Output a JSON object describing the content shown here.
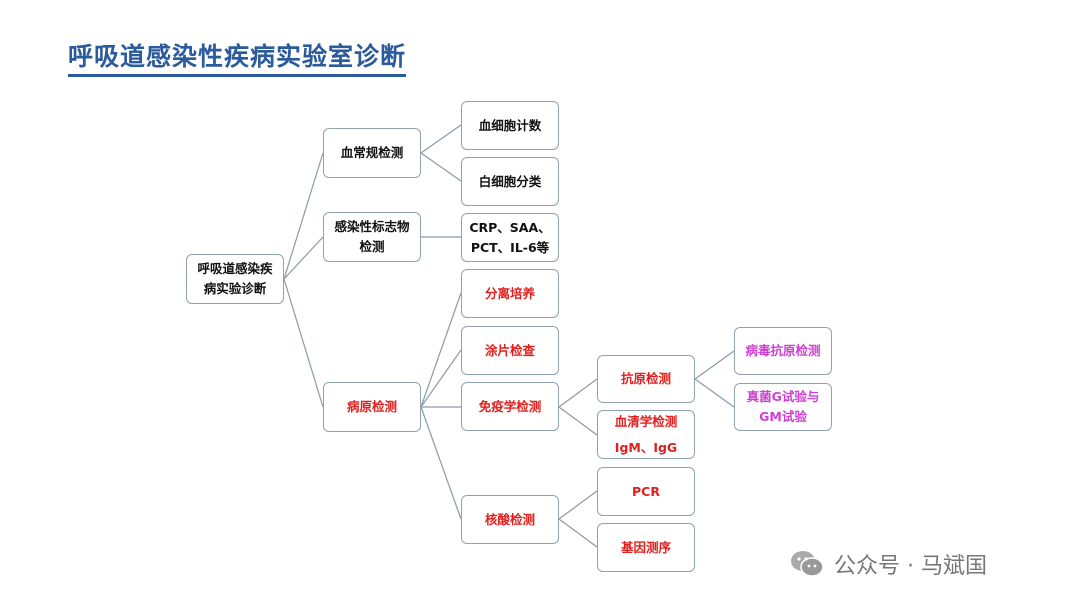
{
  "title": "呼吸道感染性疾病实验室诊断",
  "nodes": {
    "root": "呼吸道感染疾病实验诊断",
    "blood_routine": "血常规检测",
    "infection_markers": "感染性标志物检测",
    "pathogen": "病原检测",
    "blood_cell_count": "血细胞计数",
    "wbc_diff": "白细胞分类",
    "markers_list": "CRP、SAA、PCT、IL-6等",
    "culture": "分离培养",
    "smear": "涂片检查",
    "immunology": "免疫学检测",
    "nucleic_acid": "核酸检测",
    "antigen": "抗原检测",
    "serology": "血清学检测",
    "serology_sub": "IgM、IgG",
    "pcr": "PCR",
    "sequencing": "基因测序",
    "viral_antigen": "病毒抗原检测",
    "fungal": "真菌G试验与GM试验"
  },
  "watermark": "公众号 · 马斌国",
  "colors": {
    "title": "#2b5b9c",
    "red": "#e0201e",
    "pink": "#d040d4",
    "border": "#8fa4ae"
  }
}
